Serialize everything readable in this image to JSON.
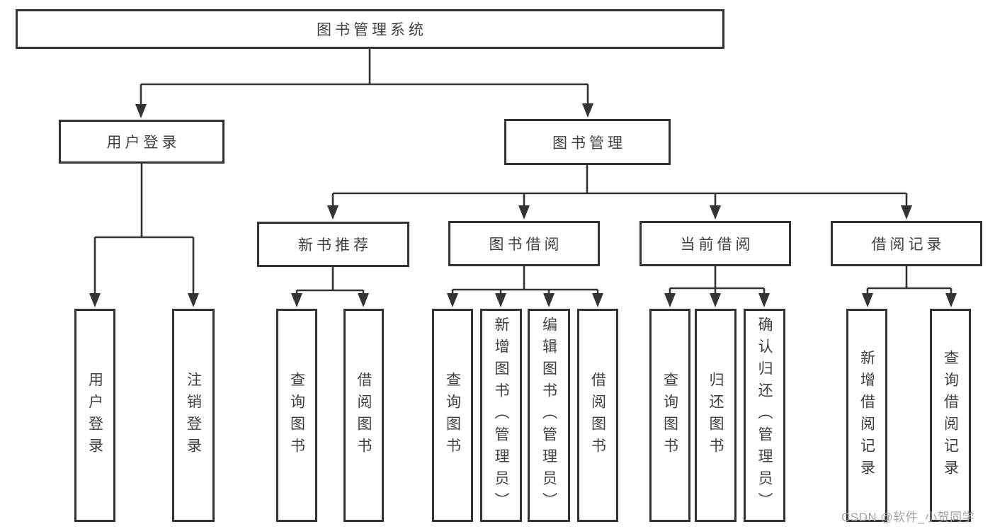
{
  "diagram": {
    "title": "图书管理系统",
    "nodes": {
      "root": "图书管理系统",
      "user_login": "用户登录",
      "book_mgmt": "图书管理",
      "new_book_rec": "新书推荐",
      "book_borrow": "图书借阅",
      "current_borrow": "当前借阅",
      "borrow_records": "借阅记录",
      "login": "用户登录",
      "logout": "注销登录",
      "rec_query": "查询图书",
      "rec_borrow": "借阅图书",
      "bb_query": "查询图书",
      "bb_add": "新增图书（管理员）",
      "bb_edit": "编辑图书（管理员）",
      "bb_borrow": "借阅图书",
      "cb_query": "查询图书",
      "cb_return": "归还图书",
      "cb_confirm": "确认归还（管理员）",
      "br_add": "新增借阅记录",
      "br_query": "查询借阅记录"
    },
    "colors": {
      "line": "#333333",
      "border": "#333333",
      "text": "#404040",
      "watermark": "#a3a3a3",
      "background": "#ffffff"
    }
  },
  "watermark": {
    "text": "CSDN @软件_小贺同学"
  }
}
